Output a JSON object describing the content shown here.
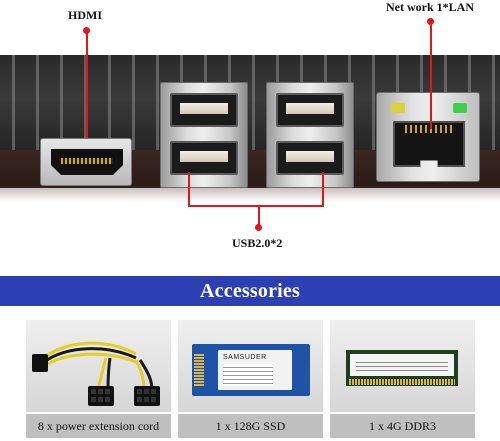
{
  "callouts": {
    "hdmi": "HDMI",
    "lan": "Net work 1*LAN",
    "usb": "USB2.0*2"
  },
  "banner": {
    "title": "Accessories"
  },
  "accessories": [
    {
      "label": "8 x power extension cord"
    },
    {
      "label": "1 x 128G SSD",
      "brand": "SAMSUDER"
    },
    {
      "label": "1 x 4G DDR3"
    }
  ],
  "colors": {
    "accent_banner": "#2d40b3",
    "callout_line": "#e01818",
    "card_label_bg": "#bfbfbf"
  }
}
